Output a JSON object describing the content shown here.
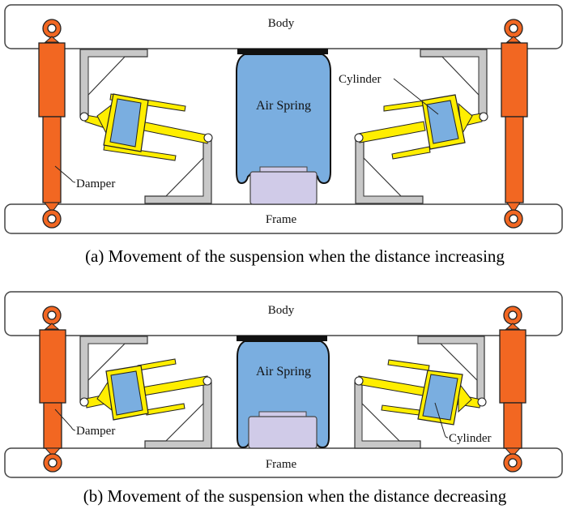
{
  "figure": {
    "panels": [
      {
        "id": "a",
        "state": "distance-increasing",
        "body_label": "Body",
        "frame_label": "Frame",
        "air_spring_label": "Air Spring",
        "damper_label": "Damper",
        "cylinder_label": "Cylinder",
        "caption": "(a) Movement of the suspension when the distance increasing"
      },
      {
        "id": "b",
        "state": "distance-decreasing",
        "body_label": "Body",
        "frame_label": "Frame",
        "air_spring_label": "Air Spring",
        "damper_label": "Damper",
        "cylinder_label": "Cylinder",
        "caption": "(b) Movement of the suspension when the distance decreasing"
      }
    ],
    "colors": {
      "damper": "#f26722",
      "air_spring": "#7aaee0",
      "spring_base": "#d0cbe8",
      "bracket": "#c8c8c8",
      "cylinder_frame": "#ffee00",
      "cylinder_fill": "#7aaee0",
      "outline": "#222222"
    }
  }
}
